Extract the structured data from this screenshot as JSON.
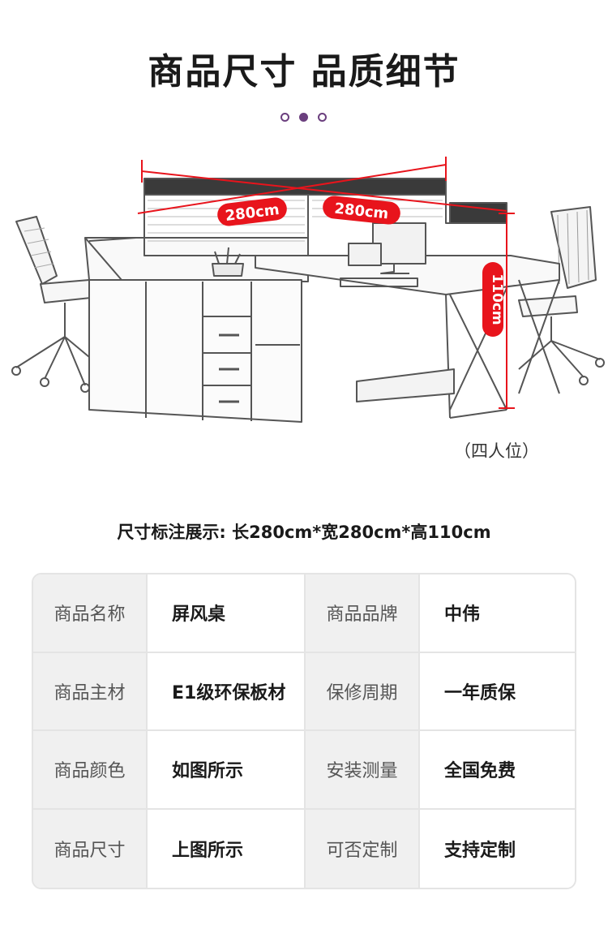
{
  "header": {
    "title": "商品尺寸 品质细节"
  },
  "product_image": {
    "dim_width": "280cm",
    "dim_depth": "280cm",
    "dim_height": "110cm",
    "seat_note": "（四人位）"
  },
  "dimension_label": "尺寸标注展示: 长280cm*宽280cm*高110cm",
  "spec_table": {
    "rows": [
      [
        {
          "label": "商品名称",
          "value": "屏风桌"
        },
        {
          "label": "商品品牌",
          "value": "中伟"
        }
      ],
      [
        {
          "label": "商品主材",
          "value": "E1级环保板材"
        },
        {
          "label": "保修周期",
          "value": "一年质保"
        }
      ],
      [
        {
          "label": "商品颜色",
          "value": "如图所示"
        },
        {
          "label": "安装测量",
          "value": "全国免费"
        }
      ],
      [
        {
          "label": "商品尺寸",
          "value": "上图所示"
        },
        {
          "label": "可否定制",
          "value": "支持定制"
        }
      ]
    ]
  },
  "colors": {
    "accent": "#6b3f7e",
    "dimension_red": "#e8141c"
  }
}
